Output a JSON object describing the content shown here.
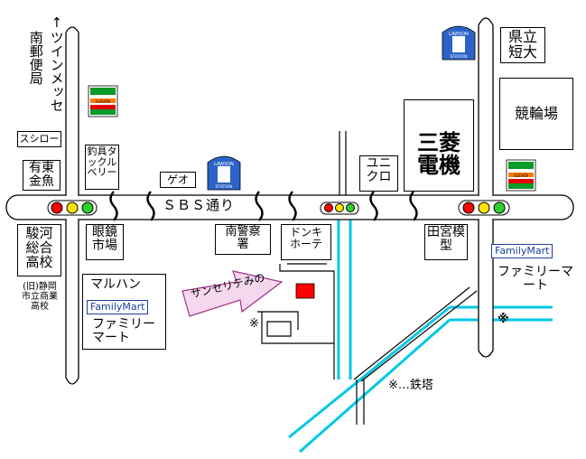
{
  "labels": {
    "left_arrow_text": "↑ツインメッセ",
    "post_office": "南郵便局",
    "sushiro": "スシロー",
    "kingyo": "有東金魚",
    "tsurigu": "釣具タックルベリー",
    "geo": "ゲオ",
    "road": "ＳＢＳ通り",
    "uniqlo": "ユニクロ",
    "mitsubishi": "三菱電機",
    "kenritsu": "県立短大",
    "keirin": "競輪場",
    "sunga": "駿河総合高校",
    "old_school": "(旧)静岡市立商業高校",
    "megane": "眼鏡市場",
    "police": "南警察署",
    "donki": "ドンキホーテ",
    "tamiya": "田宮模型",
    "maruhan": "マルハン",
    "familymart_logo": "FamilyMart",
    "familymart_left": "ファミリーマート",
    "familymart_right": "ファミリーマート",
    "destination": "サンセリテみの",
    "tower_mark": "※",
    "tower_legend": "※…鉄塔",
    "eleven_logo": "ELEVEN",
    "lawson_logo": "LAWSON STATION"
  },
  "colors": {
    "road_fill": "#ffffff",
    "river": "#00c8e6",
    "destination": "#ff0000",
    "arrow_fill": "#f6d8ee",
    "arrow_stroke": "#a0308a",
    "familymart": "#1a3fa0",
    "light_red": "#ff0000",
    "light_yellow": "#ffe400",
    "light_green": "#2bd12b",
    "lawson": "#2b63c8",
    "eleven_green": "#0a9a2a",
    "eleven_orange": "#ff7a00",
    "eleven_red": "#e00000"
  }
}
